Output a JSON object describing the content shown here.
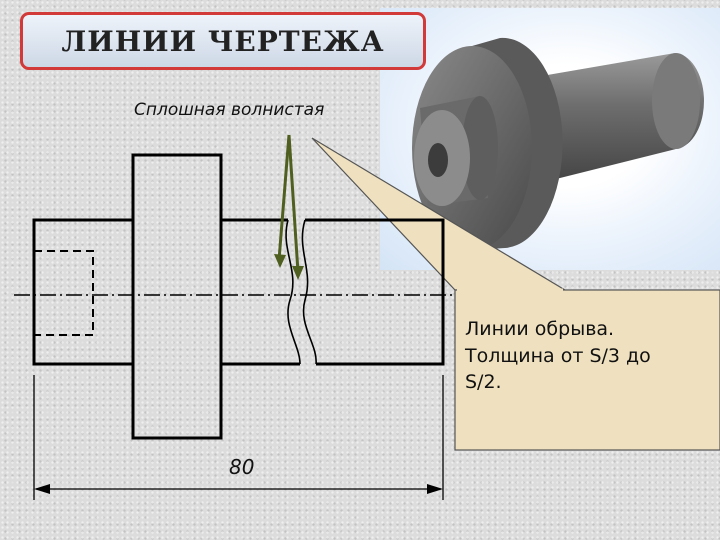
{
  "title": "ЛИНИИ ЧЕРТЕЖА",
  "subtitle": "Сплошная волнистая",
  "callout": {
    "line1": "Линии обрыва.",
    "line2": "Толщина  от S/3 до",
    "line3": "S/2."
  },
  "dimension": "80",
  "colors": {
    "title_border": "#d23a3a",
    "arrow": "#4e5f1f",
    "callout_fill": "#efe1bf",
    "part_gray": "#707070"
  }
}
